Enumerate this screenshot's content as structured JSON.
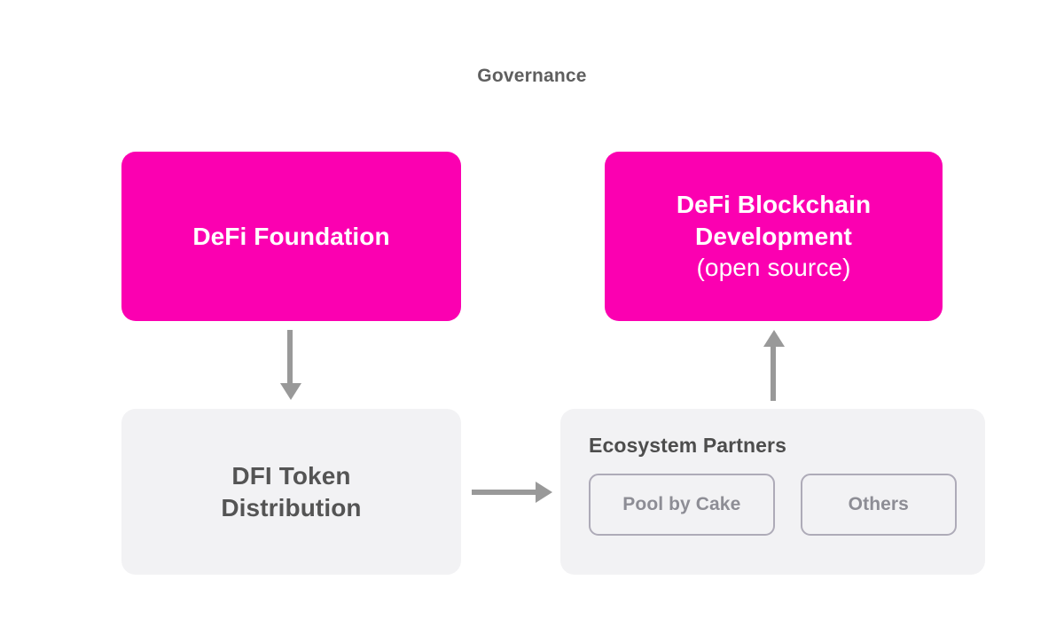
{
  "diagram": {
    "title": "Governance",
    "background_color": "#ffffff",
    "nodes": {
      "foundation": {
        "label": "DeFi Foundation",
        "fill_color": "#fb00b1",
        "text_color": "#ffffff"
      },
      "blockchain": {
        "line1": "DeFi Blockchain",
        "line2": "Development",
        "line3": "(open source)",
        "fill_color": "#fb00b1",
        "text_color": "#ffffff"
      },
      "distribution": {
        "line1": "DFI Token",
        "line2": "Distribution",
        "fill_color": "#f2f2f4",
        "text_color": "#545454"
      },
      "ecosystem": {
        "heading": "Ecosystem Partners",
        "fill_color": "#f2f2f4",
        "text_color": "#4d4d4d",
        "partners": [
          {
            "label": "Pool by Cake"
          },
          {
            "label": "Others"
          }
        ],
        "partner_border_color": "#aeabb8",
        "partner_text_color": "#8d8d95"
      }
    },
    "arrows": [
      {
        "name": "foundation-to-distribution",
        "direction": "down",
        "from": "DeFi Foundation",
        "to": "DFI Token Distribution",
        "color": "#999999"
      },
      {
        "name": "distribution-to-ecosystem",
        "direction": "right",
        "from": "DFI Token Distribution",
        "to": "Ecosystem Partners",
        "color": "#999999"
      },
      {
        "name": "ecosystem-to-blockchain",
        "direction": "up",
        "from": "Ecosystem Partners",
        "to": "DeFi Blockchain Development",
        "color": "#999999"
      }
    ]
  }
}
